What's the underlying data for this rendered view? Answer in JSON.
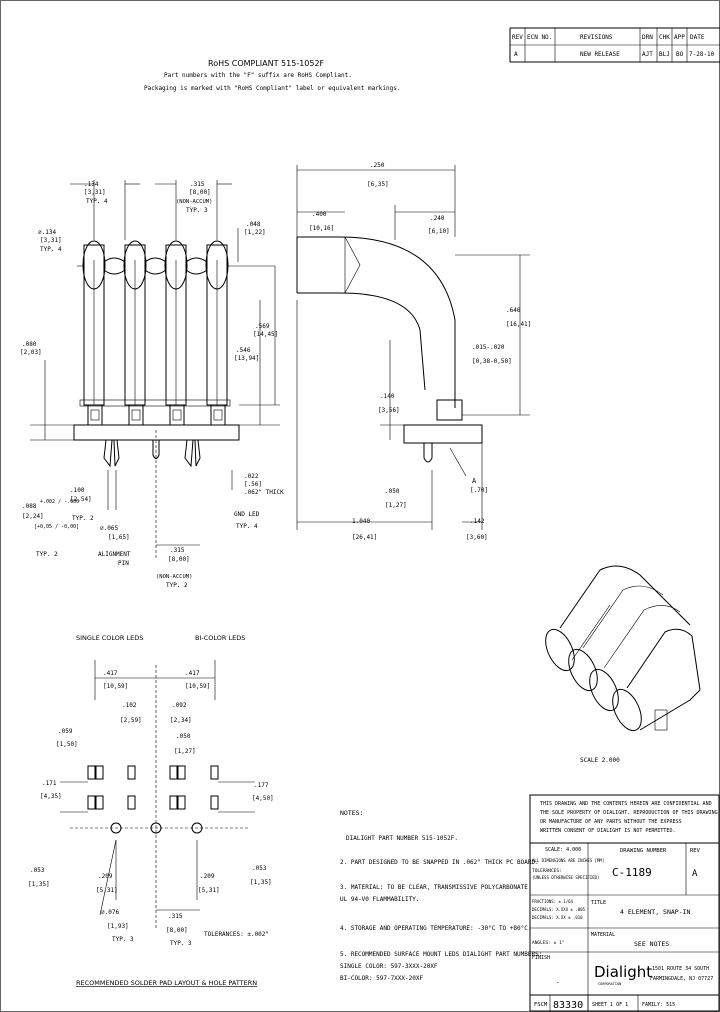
{
  "revision_block": {
    "headers": [
      "REV",
      "ECN NO.",
      "REVISIONS",
      "DRN",
      "CHK",
      "APP",
      "DATE"
    ],
    "row": [
      "A",
      "",
      "NEW RELEASE",
      "AJT",
      "BLJ",
      "BO",
      "7-28-10"
    ]
  },
  "rohs": {
    "title": "RoHS COMPLIANT 515-1052F",
    "line1": "Part numbers with the \"F\" suffix are RoHS Compliant.",
    "line2": "Packaging is marked with \"RoHS Compliant\" label or equivalent markings."
  },
  "front_view": {
    "dims": [
      {
        "in": ".134",
        "mm": "[3,31]",
        "note": "TYP. 4"
      },
      {
        "in": ".315",
        "mm": "[8,00]",
        "note": "(NON-ACCUM)",
        "note2": "TYP. 3"
      },
      {
        "in": ".048",
        "mm": "[1,22]"
      },
      {
        "in": "⌀.134",
        "mm": "[3,31]",
        "note": "TYP. 4"
      },
      {
        "in": ".569",
        "mm": "[14,45]"
      },
      {
        "in": ".546",
        "mm": "[13,94]"
      },
      {
        "in": ".080",
        "mm": "[2,03]"
      },
      {
        "in": ".022",
        "mm": "[.56]"
      },
      {
        "in": ".062\" THICK"
      },
      {
        "in": ".100",
        "mm": "[2,54]",
        "note": "TYP. 2"
      },
      {
        "in": ".088",
        "tol": "+.002 / -.000",
        "mm": "[2,24]",
        "tol_mm": "[+0,05 / -0,00]",
        "note": "TYP. 2"
      },
      {
        "in": "⌀.065",
        "mm": "[1,65]",
        "note": "ALIGNMENT",
        "note2": "PIN"
      },
      {
        "in": "GND LED",
        "note": "TYP. 4"
      },
      {
        "in": ".315",
        "mm": "[8,00]",
        "note": "(NON-ACCUM)",
        "note2": "TYP. 2"
      }
    ]
  },
  "side_view": {
    "dims": [
      {
        "in": ".250",
        "mm": "[6,35]"
      },
      {
        "in": ".400",
        "mm": "[10,16]"
      },
      {
        "in": ".240",
        "mm": "[6,10]"
      },
      {
        "in": ".646",
        "mm": "[16,41]"
      },
      {
        "in": ".015-.020",
        "mm": "[0,38-0,50]"
      },
      {
        "in": ".140",
        "mm": "[3,56]"
      },
      {
        "in": ".050",
        "mm": "[1,27]"
      },
      {
        "in": "1.040",
        "mm": "[26,41]"
      },
      {
        "in": ".142",
        "mm": "[3,60]"
      },
      {
        "in": "A",
        "mm": "[.70]"
      }
    ]
  },
  "layout": {
    "single_label": "SINGLE COLOR LEDS",
    "bi_label": "BI-COLOR LEDS",
    "caption": "RECOMMENDED SOLDER PAD LAYOUT & HOLE PATTERN",
    "dims": [
      {
        "in": ".417",
        "mm": "[10,59]"
      },
      {
        "in": ".417",
        "mm": "[10,59]"
      },
      {
        "in": ".102",
        "mm": "[2,59]"
      },
      {
        "in": ".092",
        "mm": "[2,34]"
      },
      {
        "in": ".059",
        "mm": "[1,50]"
      },
      {
        "in": ".050",
        "mm": "[1,27]"
      },
      {
        "in": ".171",
        "mm": "[4,35]"
      },
      {
        "in": ".177",
        "mm": "[4,50]"
      },
      {
        "in": ".053",
        "mm": "[1,35]"
      },
      {
        "in": ".209",
        "mm": "[5,31]"
      },
      {
        "in": ".209",
        "mm": "[5,31]"
      },
      {
        "in": ".053",
        "mm": "[1,35]"
      },
      {
        "in": "⌀.076",
        "mm": "[1,93]",
        "note": "TYP. 3"
      },
      {
        "in": ".315",
        "mm": "[8,00]",
        "note": "TYP. 3"
      }
    ],
    "tolerance": "TOLERANCES: ±.002\""
  },
  "iso": {
    "scale": "SCALE  2.000"
  },
  "notes": {
    "heading": "NOTES:",
    "items": [
      "DIALIGHT PART NUMBER  515-1052F.",
      "2. PART DESIGNED TO BE SNAPPED IN .062\" THICK PC BOARD.",
      "3. MATERIAL: TO BE CLEAR, TRANSMISSIVE POLYCARBONATE",
      "   UL 94-V0 FLAMMABILITY.",
      "4. STORAGE AND OPERATING TEMPERATURE: -30°C TO +80°C.",
      "5. RECOMMENDED SURFACE MOUNT LEDS DIALIGHT PART NUMBERS:",
      "   SINGLE COLOR: 597-3XXX-20XF",
      "   BI-COLOR: 597-7XXX-20XF"
    ]
  },
  "title_block": {
    "confidential": [
      "THIS DRAWING AND THE CONTENTS HEREIN ARE CONFIDENTIAL AND",
      "THE SOLE PROPERTY OF DIALIGHT. REPRODUCTION OF THIS DRAWING",
      "OR MANUFACTURE OF ANY PARTS WITHOUT THE EXPRESS",
      "WRITTEN CONSENT OF DIALIGHT IS NOT PERMITTED."
    ],
    "scale_label": "SCALE: 4.000",
    "dims_label": "ALL DIMENSIONS ARE INCHES [MM]",
    "drawing_number_label": "DRAWING NUMBER",
    "rev_label": "REV",
    "drawing_number": "C-1189",
    "rev": "A",
    "tolerances_label": "TOLERANCES:",
    "tolerances_note": "(UNLESS OTHERWISE SPECIFIED)",
    "tol_lines": [
      "FRACTIONS: ± 1/64",
      "DECIMALS: X.XXX ± .005",
      "DECIMALS: X.XX ± .010"
    ],
    "angles": "ANGLES: ± 1°",
    "title_label": "TITLE",
    "title": "4 ELEMENT, SNAP-IN",
    "material_label": "MATERIAL",
    "material": "SEE NOTES",
    "finish_label": "FINISH",
    "finish": "-",
    "company": "Dialight",
    "company_sub": "CORPORATION",
    "address1": "1501 ROUTE 34 SOUTH",
    "address2": "FARMINGDALE, NJ 07727",
    "fscm_label": "FSCM",
    "fscm": "83330",
    "sheet": "SHEET  1  OF  1",
    "family": "FAMILY: 515"
  }
}
